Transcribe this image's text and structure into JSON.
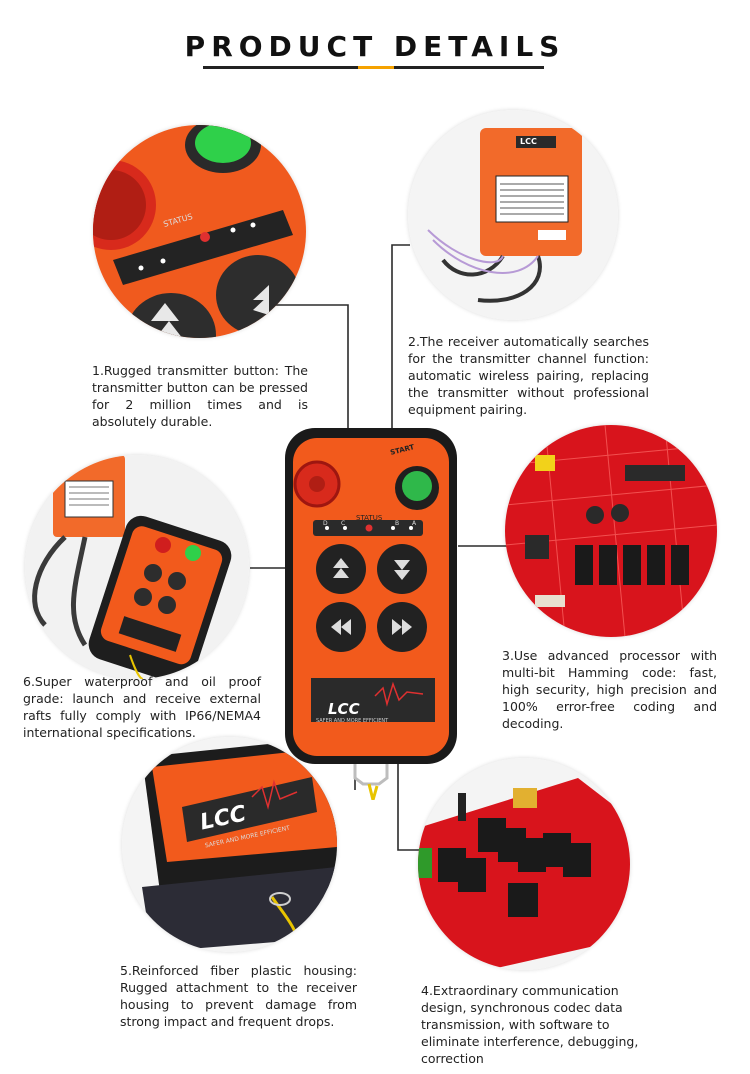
{
  "header": {
    "title": "PRODUCT DETAILS"
  },
  "colors": {
    "accent_orange": "#f5a200",
    "dark": "#1c1c1c",
    "remote_orange": "#f25a1c",
    "board_red": "#d8141c",
    "receiver_orange": "#f26a2a"
  },
  "features": [
    {
      "id": 1,
      "text": "1.Rugged transmitter button: The transmitter button can be pressed for 2 million times and is absolutely durable."
    },
    {
      "id": 2,
      "text": "2.The receiver automatically searches for the transmitter channel function: automatic wireless pairing, replacing the transmitter without professional equipment pairing."
    },
    {
      "id": 3,
      "text": "3.Use advanced processor with multi-bit Hamming code: fast, high security, high precision and 100% error-free coding and decoding."
    },
    {
      "id": 4,
      "text": "4.Extraordinary communication design, synchronous codec data transmission, with software to eliminate interference, debugging, correction"
    },
    {
      "id": 5,
      "text": "5.Reinforced fiber plastic housing: Rugged attachment to the receiver housing to prevent damage from strong impact and frequent drops."
    },
    {
      "id": 6,
      "text": "6.Super waterproof and oil proof grade: launch and receive external rafts fully comply with IP66/NEMA4 international specifications."
    }
  ],
  "remote": {
    "status_label": "STATUS",
    "indicators": [
      "D",
      "C",
      "B",
      "A"
    ],
    "start_label": "START",
    "brand": "LCC",
    "slogan": "SAFER AND MORE EFFICIENT"
  },
  "receiver": {
    "brand": "LCC"
  }
}
